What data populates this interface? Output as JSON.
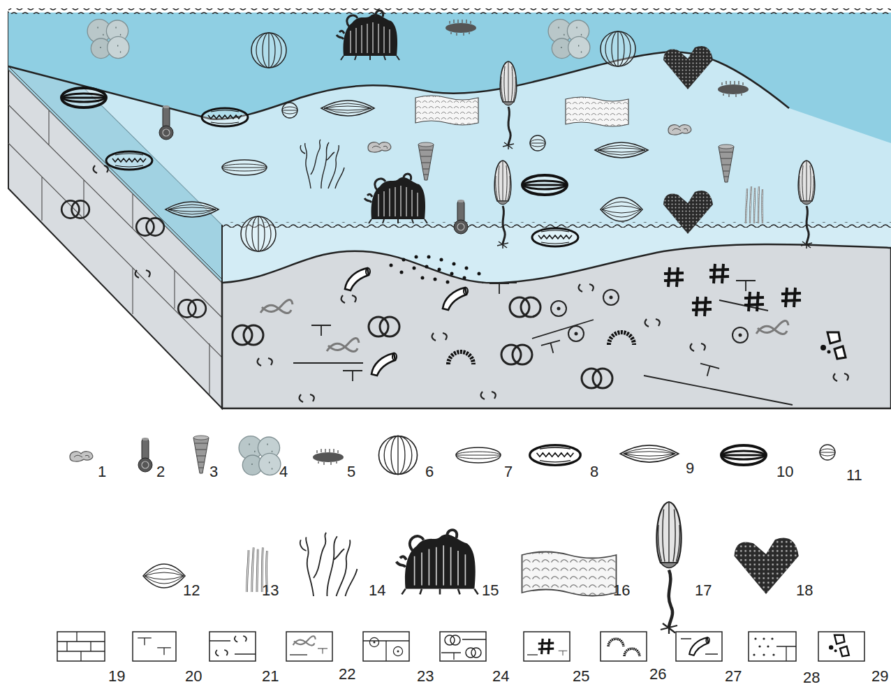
{
  "diagram": {
    "legend": [
      {
        "text": "1"
      },
      {
        "text": "2"
      },
      {
        "text": "3"
      },
      {
        "text": "4"
      },
      {
        "text": "5"
      },
      {
        "text": "6"
      },
      {
        "text": "7"
      },
      {
        "text": "8"
      },
      {
        "text": "9"
      },
      {
        "text": "10"
      },
      {
        "text": "11"
      },
      {
        "text": "12"
      },
      {
        "text": "13"
      },
      {
        "text": "14"
      },
      {
        "text": "15"
      },
      {
        "text": "16"
      },
      {
        "text": "17"
      },
      {
        "text": "18"
      },
      {
        "text": "19"
      },
      {
        "text": "20"
      },
      {
        "text": "21"
      },
      {
        "text": "22"
      },
      {
        "text": "23"
      },
      {
        "text": "24"
      },
      {
        "text": "25"
      },
      {
        "text": "26"
      },
      {
        "text": "27"
      },
      {
        "text": "28"
      },
      {
        "text": "29"
      }
    ]
  }
}
